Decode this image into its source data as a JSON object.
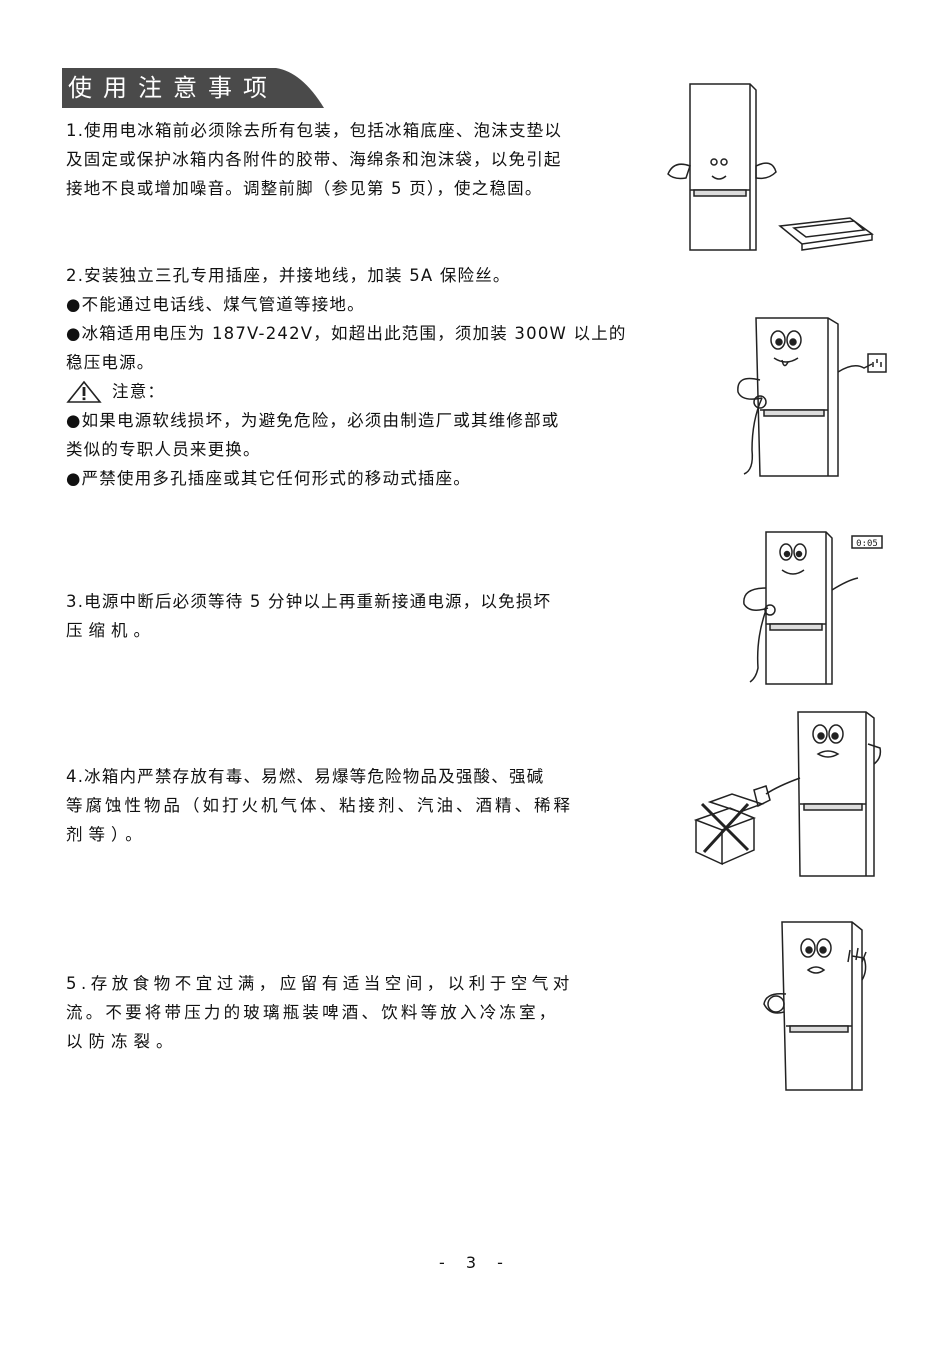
{
  "header": {
    "title": "使用注意事项"
  },
  "section1": {
    "lines": [
      "1.使用电冰箱前必须除去所有包装，包括冰箱底座、泡沫支垫以",
      "及固定或保护冰箱内各附件的胶带、海绵条和泡沫袋，以免引起",
      "接地不良或增加噪音。调整前脚（参见第 5 页），使之稳固。"
    ]
  },
  "section2": {
    "heading": "2.安装独立三孔专用插座，并接地线，加装 5A 保险丝。",
    "bullet1": "●不能通过电话线、煤气管道等接地。",
    "bullet2_lines": [
      "●冰箱适用电压为 187V-242V，如超出此范围，须加装 300W 以上的",
      "稳压电源。"
    ],
    "warning_label": "注意：",
    "bullet3_lines": [
      "●如果电源软线损坏，为避免危险，必须由制造厂或其维修部或",
      "类似的专职人员来更换。"
    ],
    "bullet4": "●严禁使用多孔插座或其它任何形式的移动式插座。"
  },
  "section3": {
    "lines": [
      "3.电源中断后必须等待 5 分钟以上再重新接通电源，以免损坏",
      "压缩机。"
    ]
  },
  "section4": {
    "lines": [
      "4.冰箱内严禁存放有毒、易燃、易爆等危险物品及强酸、强碱",
      "等腐蚀性物品（如打火机气体、粘接剂、汽油、酒精、稀释",
      "剂等）。"
    ]
  },
  "section5": {
    "lines": [
      "5.存放食物不宜过满，应留有适当空间，以利于空气对",
      "流。不要将带压力的玻璃瓶装啤酒、饮料等放入冷冻室，",
      "以防冻裂。"
    ]
  },
  "illustration_text": {
    "timer": "0:05"
  },
  "footer": {
    "page_number": "- 3 -"
  }
}
